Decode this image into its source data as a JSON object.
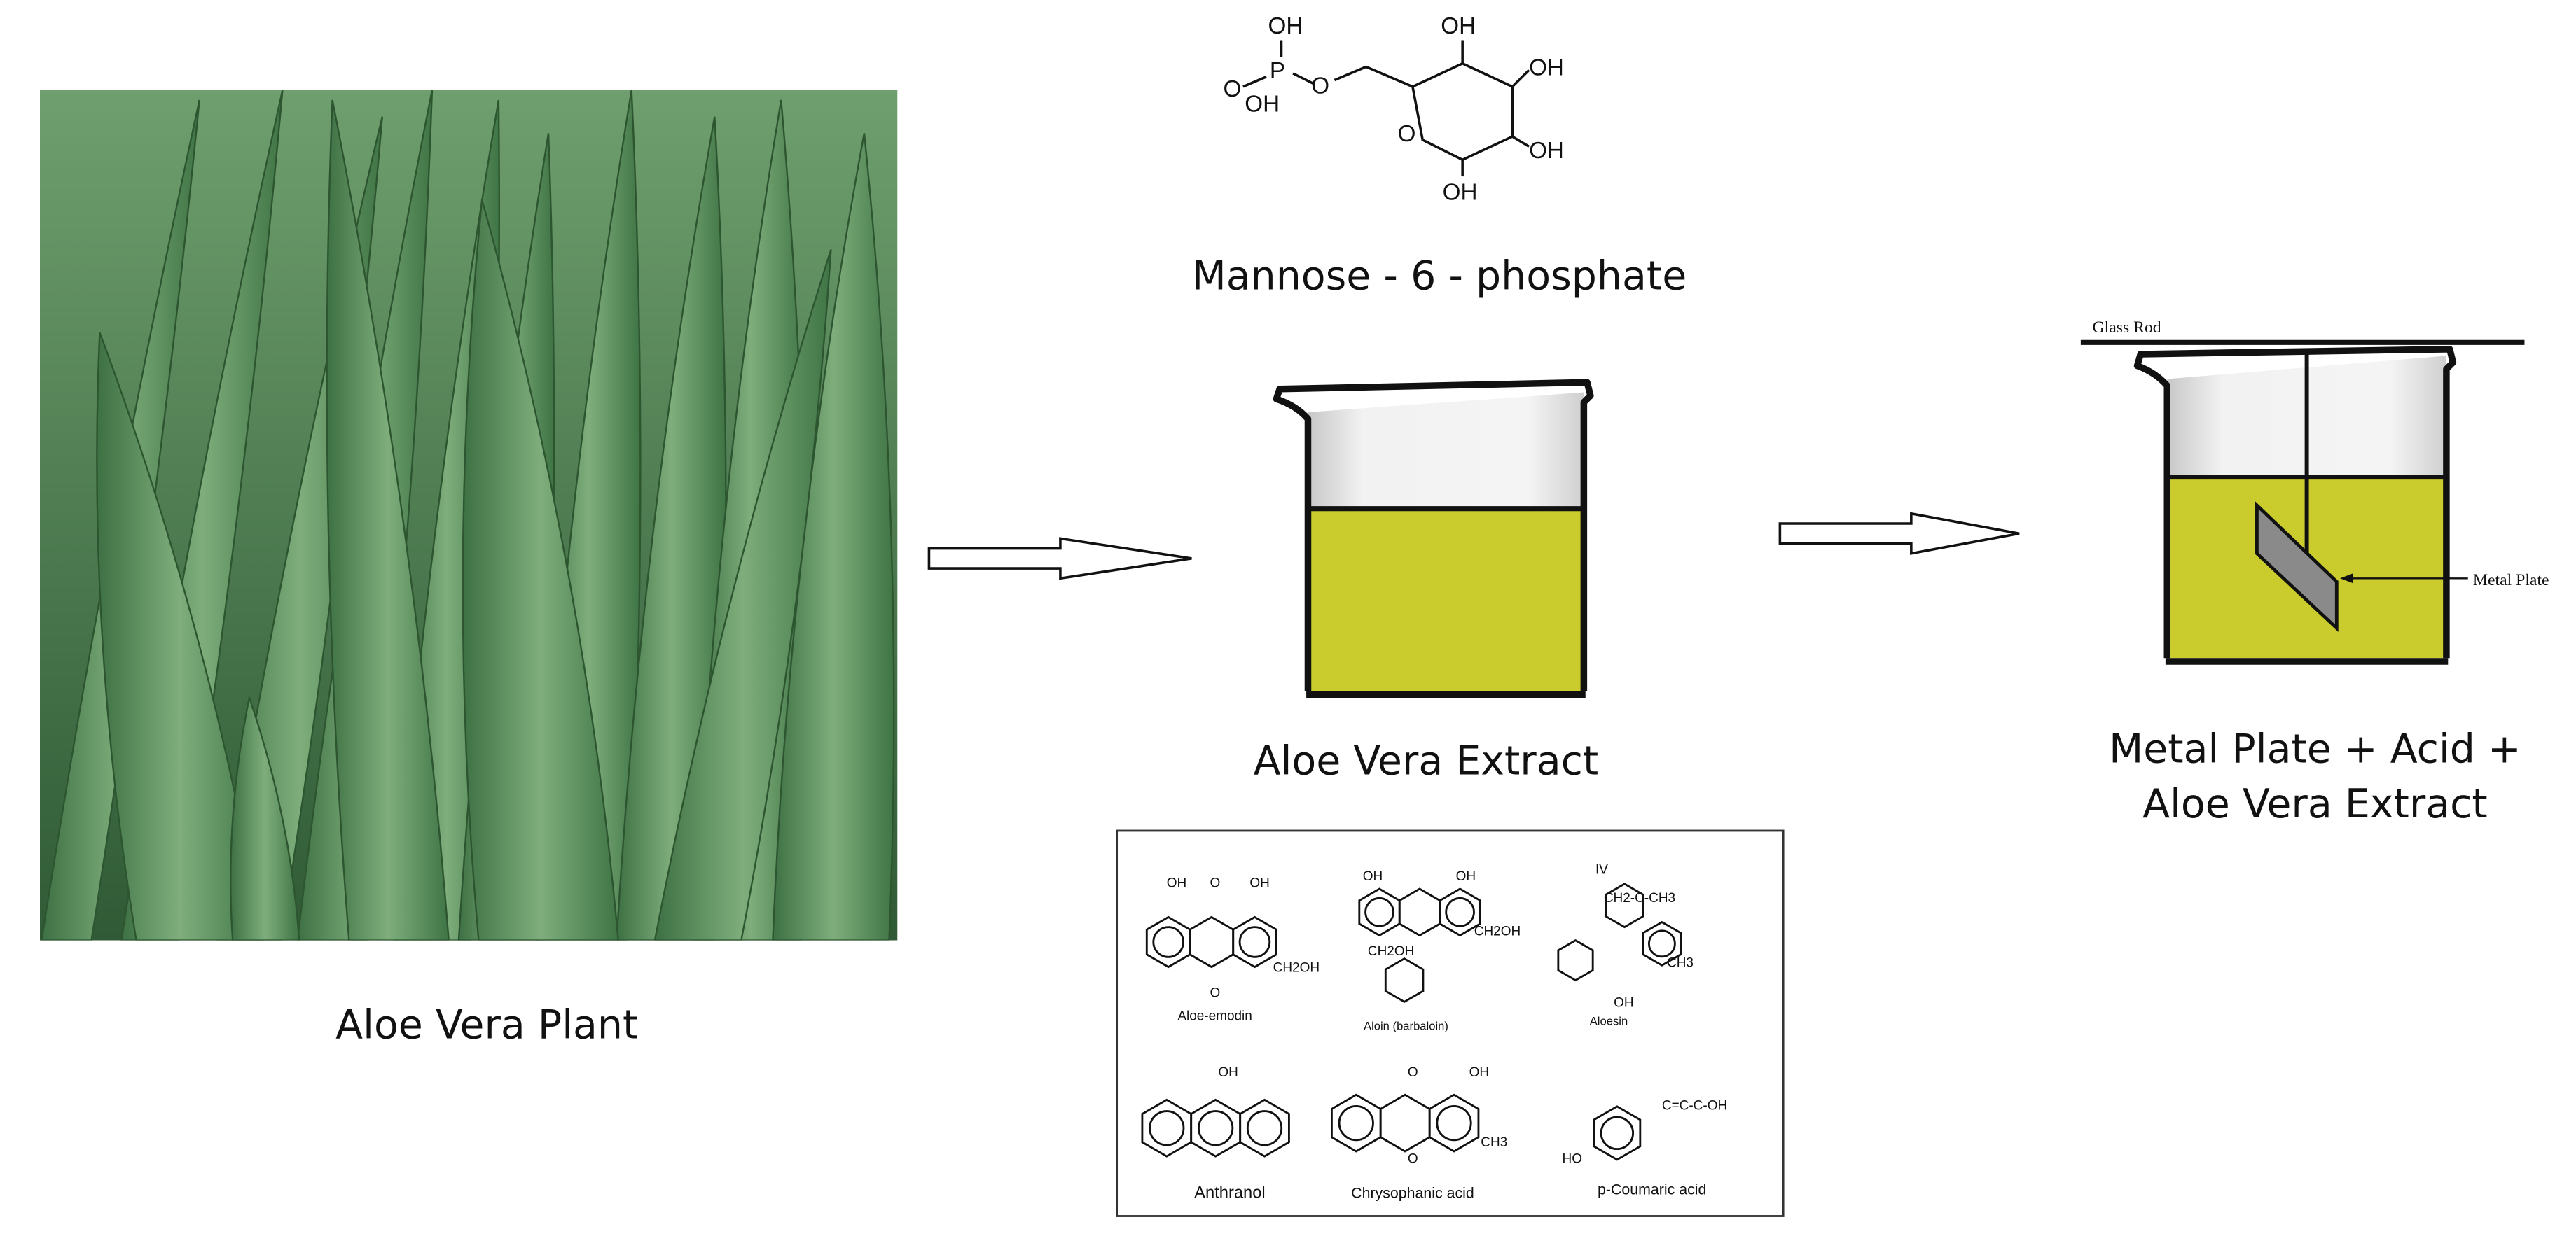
{
  "plant": {
    "label": "Aloe Vera Plant"
  },
  "mannose": {
    "label": "Mannose - 6 - phosphate",
    "atoms": {
      "p": "P",
      "oh1": "OH",
      "oh2": "OH",
      "o_double": "O",
      "o_link": "O",
      "o_ring": "O",
      "oh_top": "OH",
      "oh_right1": "OH",
      "oh_right2": "OH",
      "oh_bottom": "OH"
    }
  },
  "extract": {
    "label": "Aloe Vera Extract"
  },
  "experiment": {
    "label_line1": "Metal Plate + Acid +",
    "label_line2": "Aloe Vera Extract",
    "glass_rod_label": "Glass Rod",
    "metal_plate_label": "Metal Plate"
  },
  "structures": {
    "items": [
      {
        "name": "Aloe-emodin"
      },
      {
        "name": "Aloin (barbaloin)"
      },
      {
        "name": "Aloesin"
      },
      {
        "name": "Anthranol"
      },
      {
        "name": "Chrysophanic acid"
      },
      {
        "name": "p-Coumaric acid"
      }
    ],
    "atoms": {
      "oh": "OH",
      "o": "O",
      "ch2oh": "CH2OH",
      "ch3": "CH3",
      "ho": "HO",
      "cooh": "C=C-C-OH",
      "iv": "IV",
      "acetonyl": "CH2-C-CH3"
    }
  },
  "colors": {
    "liquid": "#c9cc2c",
    "leaf": "#4f8a52",
    "plate": "#8a8a8a"
  }
}
